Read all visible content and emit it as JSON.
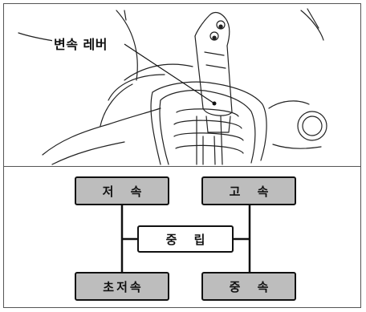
{
  "illustration": {
    "callout_label": "변속 레버"
  },
  "shift_pattern": {
    "low": "저 속",
    "high": "고 속",
    "neutral": "중 립",
    "extra_low": "초저속",
    "medium": "중 속"
  },
  "colors": {
    "box_fill": "#bdbdbd",
    "neutral_fill": "#ffffff",
    "outline": "#111111"
  }
}
